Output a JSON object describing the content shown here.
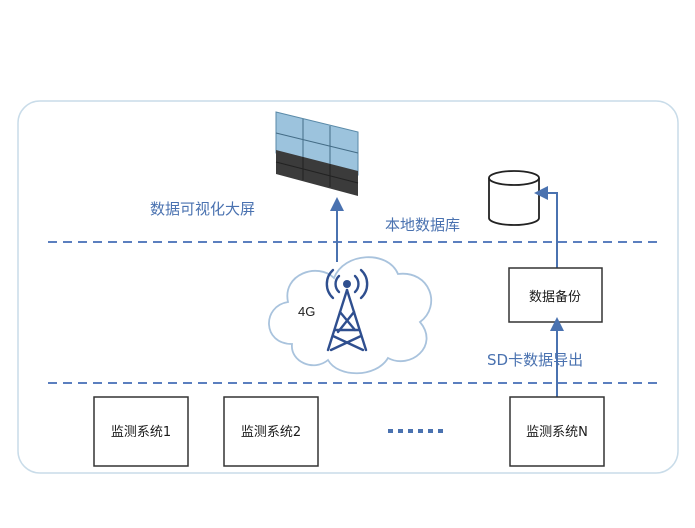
{
  "diagram": {
    "labels": {
      "big_screen": "数据可视化大屏",
      "local_db": "本地数据库",
      "network": "4G",
      "backup": "数据备份",
      "sd_export": "SD卡数据导出"
    },
    "systems": [
      "监测系统1",
      "监测系统2",
      "监测系统N"
    ],
    "ellipsis": "......",
    "colors": {
      "frame_border": "#c9dce9",
      "dash_line": "#5b7fbf",
      "arrow": "#4a72b0",
      "label_blue": "#4a72b0",
      "box_border": "#333333",
      "cloud_border": "#a9c3dd",
      "tower": "#2f4f8f"
    },
    "icons": [
      "video-wall-icon",
      "database-cylinder-icon",
      "cloud-icon",
      "cell-tower-icon"
    ]
  }
}
